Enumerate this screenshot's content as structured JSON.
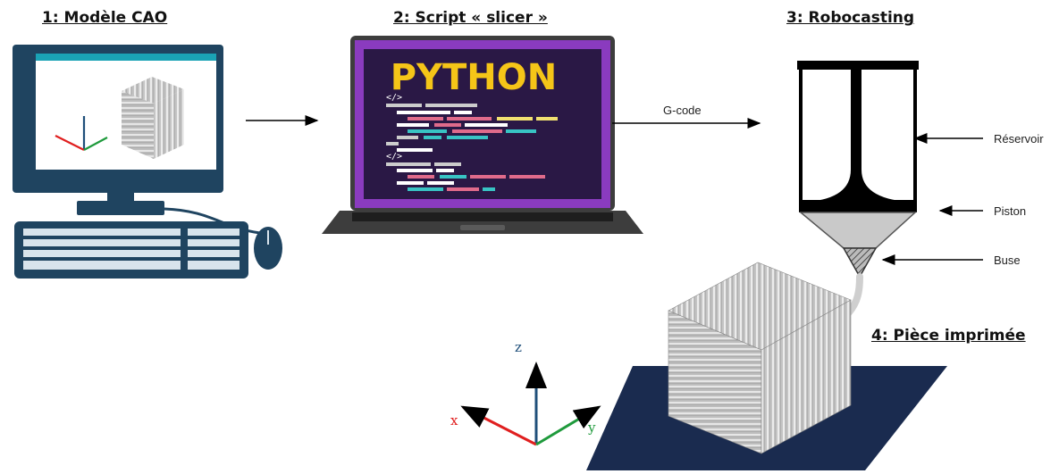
{
  "steps": {
    "cad": "1: Modèle CAO",
    "slicer": "2: Script « slicer »",
    "robocasting": "3: Robocasting",
    "printed": "4: Pièce imprimée"
  },
  "screen_code_word": "PYTHON",
  "screen_code_tag": "</>",
  "arrow_label": "G-code",
  "printer_parts": {
    "reservoir": "Réservoir",
    "piston": "Piston",
    "nozzle": "Buse"
  },
  "axes": {
    "x": "x",
    "y": "y",
    "z": "z"
  },
  "colors": {
    "x_axis": "#e01f1f",
    "y_axis": "#1f9a3c",
    "z_axis": "#1f4f7a",
    "build_plate": "#1a2b4f",
    "monitor_frame": "#1f4460",
    "laptop_screen": "#2a1845",
    "python_text": "#f5c518"
  }
}
